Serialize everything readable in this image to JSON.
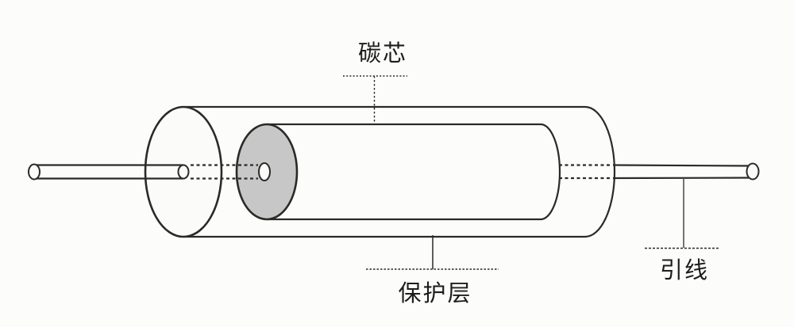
{
  "diagram": {
    "labels": {
      "carbon_core": "碳芯",
      "protective_layer": "保护层",
      "lead_wire": "引线"
    },
    "colors": {
      "background": "#fcfcfa",
      "paper": "#fbfbf9",
      "line": "#2a2a28",
      "core_fill": "#c7c7c7",
      "text": "#1d1d1b"
    }
  }
}
